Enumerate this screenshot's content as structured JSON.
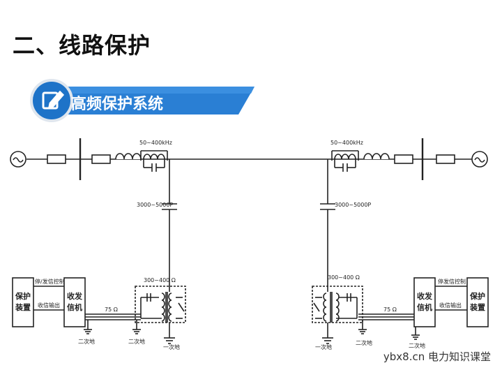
{
  "header": {
    "page_title": "二、线路保护",
    "section_title": "高频保护系统"
  },
  "diagram": {
    "left": {
      "trap_freq": "50~400kHz",
      "coupling_cap": "3000~5000P",
      "impedance": "300~400 Ω",
      "cable": "75 Ω",
      "protection": [
        "保护",
        "装置"
      ],
      "transceiver": [
        "收发",
        "信机"
      ],
      "stop_send": "停/发信控制",
      "recv_out": "收信输出",
      "ground_secondary_1": "二次地",
      "ground_secondary_2": "二次地",
      "ground_primary": "一次地"
    },
    "right": {
      "trap_freq": "50~400kHz",
      "coupling_cap": "3000~5000P",
      "impedance": "300~400 Ω",
      "cable": "75 Ω",
      "protection": [
        "保护",
        "装置"
      ],
      "transceiver": [
        "收发",
        "信机"
      ],
      "stop_send": "停发信控制",
      "recv_out": "收信输出",
      "ground_secondary_1": "二次地",
      "ground_secondary_2": "二次地",
      "ground_primary": "一次地"
    }
  },
  "watermark": "ybx8.cn 电力知识课堂",
  "colors": {
    "banner": "#1e73c8",
    "banner_dark": "#114a8f",
    "line": "#222222"
  }
}
